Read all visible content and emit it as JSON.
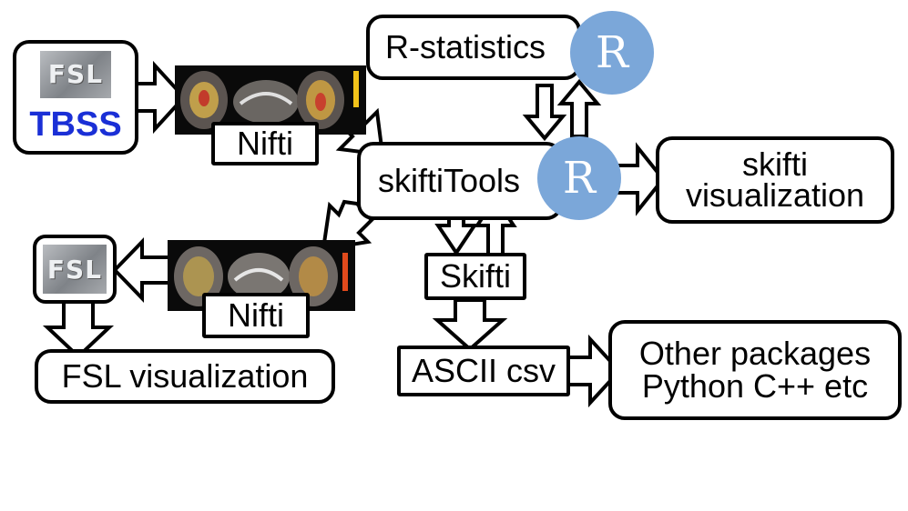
{
  "nodes": {
    "tbss_label": "TBSS",
    "fsl_logo_text": "FSL",
    "nifti_top": "Nifti",
    "r_statistics": "R-statistics",
    "r_logo": "R",
    "skiftitools": "skiftiTools",
    "skifti_visualization": "skifti visualization",
    "nifti_bottom": "Nifti",
    "skifti": "Skifti",
    "fsl_visualization": "FSL visualization",
    "ascii_csv": "ASCII csv",
    "other_packages_line1": "Other packages",
    "other_packages_line2": "Python C++ etc"
  },
  "colors": {
    "tbss_blue": "#1a2fd6",
    "r_logo_blue": "#7ba7d9",
    "outline": "#000000"
  }
}
